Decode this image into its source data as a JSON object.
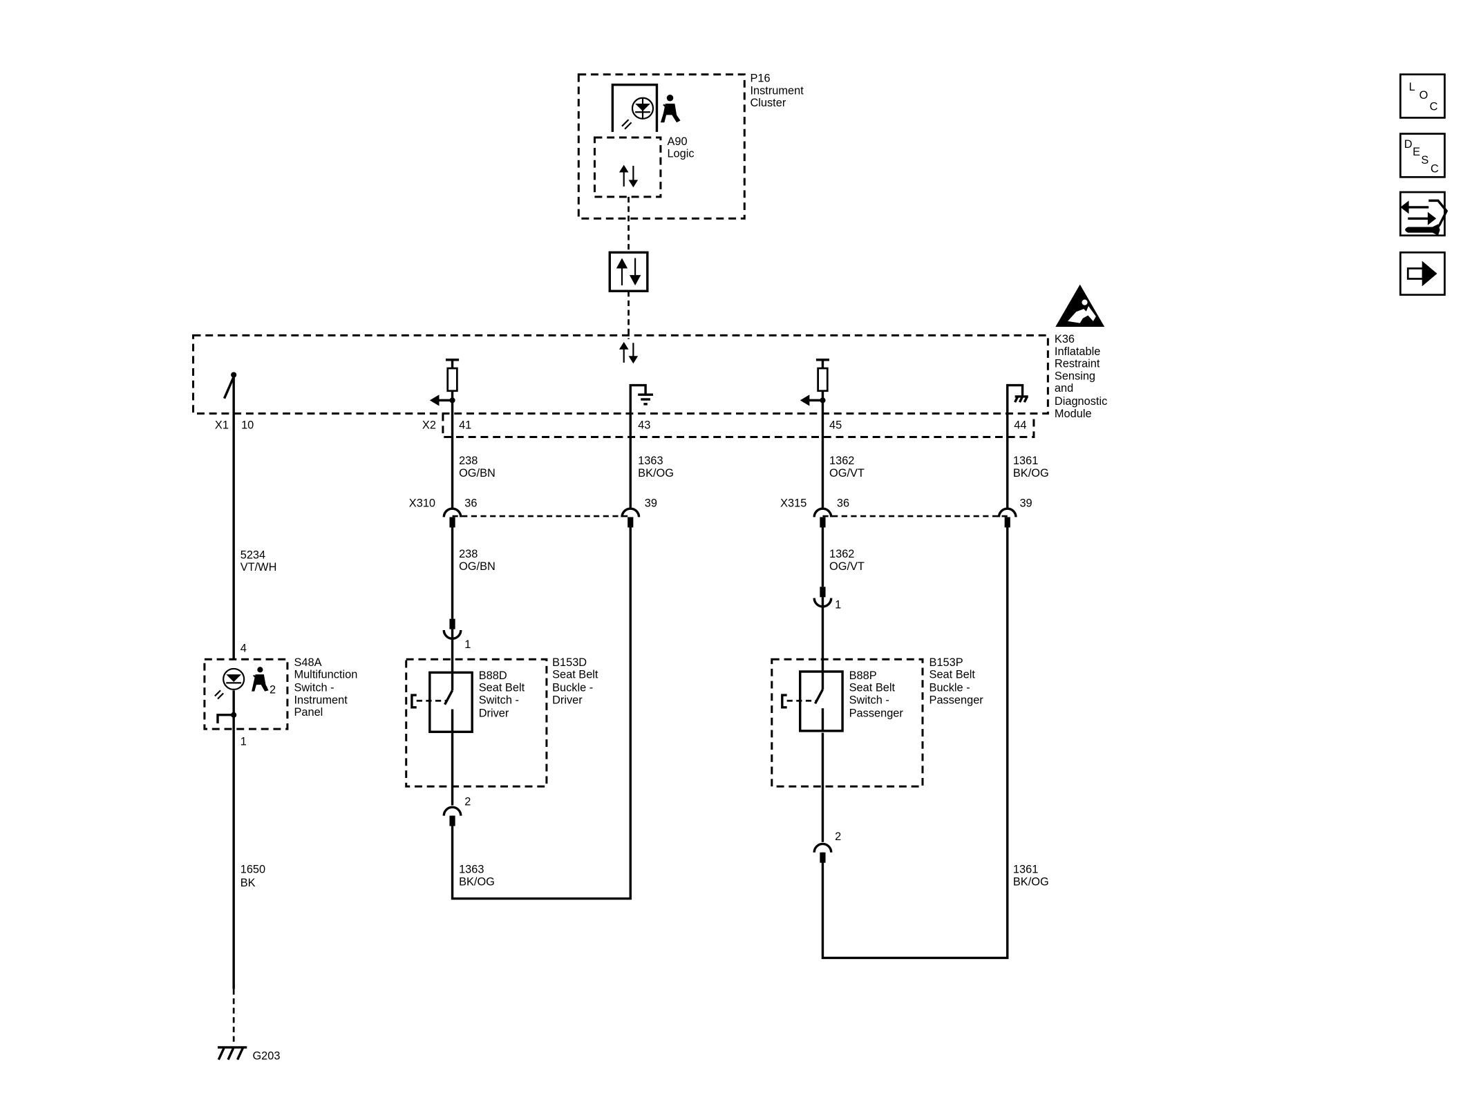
{
  "components": {
    "p16": {
      "id": "P16",
      "name_lines": [
        "Instrument",
        "Cluster"
      ]
    },
    "a90": {
      "id": "A90",
      "name": "Logic"
    },
    "k36": {
      "id": "K36",
      "name_lines": [
        "Inflatable",
        "Restraint",
        "Sensing",
        "and",
        "Diagnostic",
        "Module"
      ]
    },
    "s48a": {
      "id": "S48A",
      "name_lines": [
        "Multifunction",
        "Switch -",
        "Instrument",
        "Panel"
      ],
      "lamp_number": "2"
    },
    "b153d": {
      "id": "B153D",
      "name_lines": [
        "Seat Belt",
        "Buckle -",
        "Driver"
      ]
    },
    "b88d": {
      "id": "B88D",
      "name_lines": [
        "Seat Belt",
        "Switch -",
        "Driver"
      ]
    },
    "b153p": {
      "id": "B153P",
      "name_lines": [
        "Seat Belt",
        "Buckle -",
        "Passenger"
      ]
    },
    "b88p": {
      "id": "B88P",
      "name_lines": [
        "Seat Belt",
        "Switch -",
        "Passenger"
      ]
    },
    "g203": {
      "id": "G203"
    }
  },
  "connectors": {
    "x1": "X1",
    "x2": "X2",
    "x310": "X310",
    "x315": "X315"
  },
  "pins": {
    "k36_10": "10",
    "k36_41": "41",
    "k36_43": "43",
    "k36_45": "45",
    "k36_44": "44",
    "x310_36": "36",
    "x310_39": "39",
    "x315_36": "36",
    "x315_39": "39",
    "s48a_4": "4",
    "s48a_1": "1",
    "b153d_1": "1",
    "b153d_2": "2",
    "b153p_1": "1",
    "b153p_2": "2"
  },
  "wires": {
    "w238_upper": {
      "circuit": "238",
      "color": "OG/BN"
    },
    "w238_lower": {
      "circuit": "238",
      "color": "OG/BN"
    },
    "w1363_upper": {
      "circuit": "1363",
      "color": "BK/OG"
    },
    "w1363_lower": {
      "circuit": "1363",
      "color": "BK/OG"
    },
    "w1362_upper": {
      "circuit": "1362",
      "color": "OG/VT"
    },
    "w1362_lower": {
      "circuit": "1362",
      "color": "OG/VT"
    },
    "w1361_upper": {
      "circuit": "1361",
      "color": "BK/OG"
    },
    "w1361_lower": {
      "circuit": "1361",
      "color": "BK/OG"
    },
    "w5234": {
      "circuit": "5234",
      "color": "VT/WH"
    },
    "w1650": {
      "circuit": "1650",
      "color": "BK"
    }
  },
  "nav": [
    {
      "id": "loc",
      "letters": [
        "L",
        "O",
        "C"
      ],
      "icon": "location-icon"
    },
    {
      "id": "desc",
      "letters": [
        "D",
        "E",
        "S",
        "C"
      ],
      "icon": "description-icon"
    },
    {
      "id": "connector",
      "icon": "connector-wrench-icon"
    },
    {
      "id": "next",
      "icon": "arrow-right-icon"
    }
  ],
  "warning_icon": "airbag-warning-icon"
}
